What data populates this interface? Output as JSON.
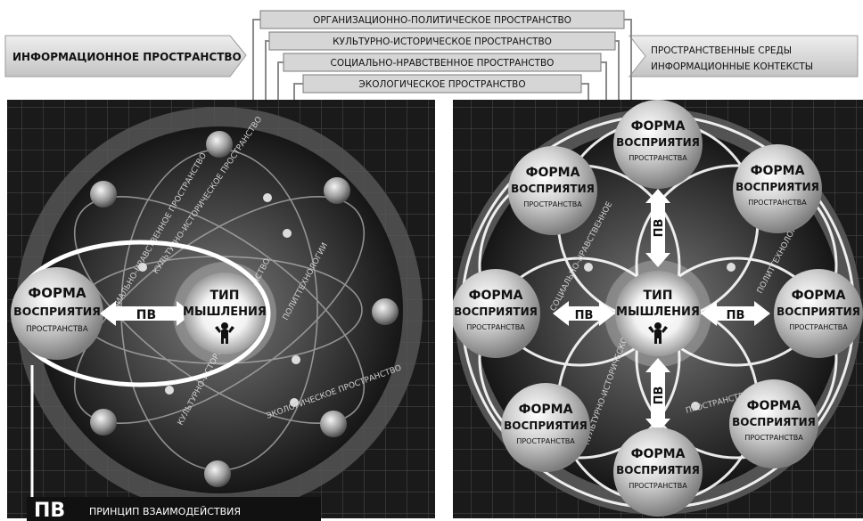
{
  "header": {
    "left_label": "ИНФОРМАЦИОННОЕ ПРОСТРАНСТВО",
    "right_label_line1": "ПРОСТРАНСТВЕННЫЕ СРЕДЫ",
    "right_label_line2": "ИНФОРМАЦИОННЫЕ КОНТЕКСТЫ",
    "spaces": [
      "ОРГАНИЗАЦИОННО-ПОЛИТИЧЕСКОЕ ПРОСТРАНСТВО",
      "КУЛЬТУРНО-ИСТОРИЧЕСКОЕ ПРОСТРАНСТВО",
      "СОЦИАЛЬНО-НРАВСТВЕННОЕ ПРОСТРАНСТВО",
      "ЭКОЛОГИЧЕСКОЕ ПРОСТРАНСТВО"
    ]
  },
  "left_panel": {
    "form": {
      "l1": "ФОРМА",
      "l2": "ВОСПРИЯТИЯ",
      "l3": "ПРОСТРАНСТВА"
    },
    "pv": "ПВ",
    "think": {
      "l1": "ТИП",
      "l2": "МЫШЛЕНИЯ"
    },
    "orbit_labels": {
      "culture_top": "КУЛЬТУРНО-ИСТОРИЧЕСКОЕ ПРОСТРАНСТВО",
      "social": "СОЦИАЛЬНО-НРАВСТВЕННОЕ ПРОСТРАНСТВО",
      "polit": "ПОЛИТТЕХНОЛОГИИ",
      "culture_bottom": "КУЛЬТУРНО-ИСТОРИЧЕСКОЕ ПРОСТРАНСТВО",
      "eco": "ЭКОЛОГИЧЕСКОЕ ПРОСТРАНСТВО"
    }
  },
  "right_panel": {
    "form": {
      "l1": "ФОРМА",
      "l2": "ВОСПРИЯТИЯ",
      "l3": "ПРОСТРАНСТВА"
    },
    "pv": "ПВ",
    "think": {
      "l1": "ТИП",
      "l2": "МЫШЛЕНИЯ"
    },
    "orbit_labels": {
      "social": "СОЦИАЛЬНО-НРАВСТВЕННОЕ",
      "culture": "КУЛЬТУРНО-ИСТОРИЧЕСКОЕ",
      "polit": "ПОЛИТТЕХНОЛОГИИ",
      "eco": "ПРОСТРАНСТВО"
    }
  },
  "legend": {
    "abbr": "ПВ",
    "text": "ПРИНЦИП ВЗАИМОДЕЙСТВИЯ"
  }
}
